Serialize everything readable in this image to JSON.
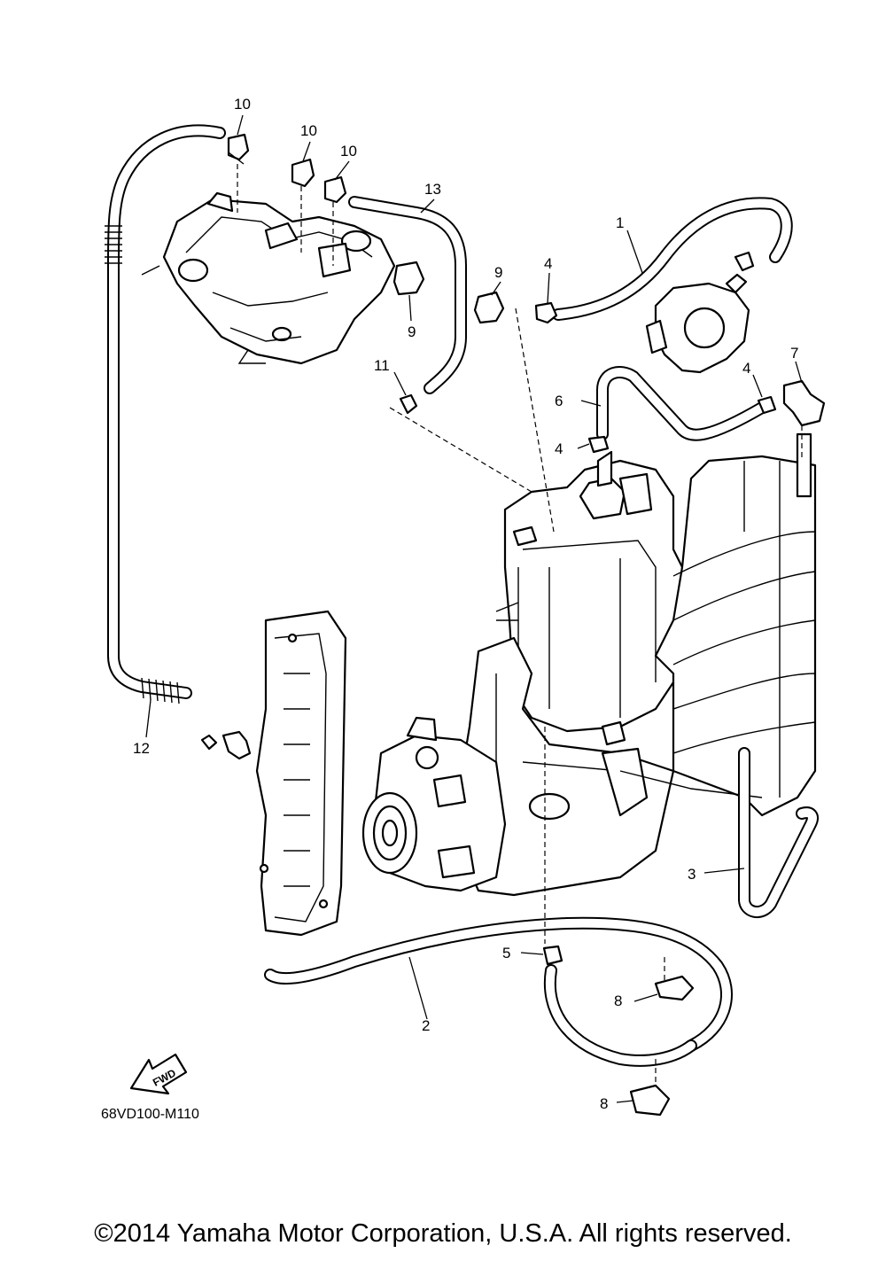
{
  "diagram": {
    "drawing_code": "68VD100-M110",
    "fwd_label": "FWD",
    "callouts": {
      "c1": "1",
      "c2": "2",
      "c3": "3",
      "c4a": "4",
      "c4b": "4",
      "c4c": "4",
      "c5": "5",
      "c6": "6",
      "c7": "7",
      "c8a": "8",
      "c8b": "8",
      "c9a": "9",
      "c9b": "9",
      "c10a": "10",
      "c10b": "10",
      "c10c": "10",
      "c11": "11",
      "c12": "12",
      "c13": "13"
    }
  },
  "footer": {
    "copyright": "©2014 Yamaha Motor Corporation, U.S.A. All rights reserved."
  }
}
